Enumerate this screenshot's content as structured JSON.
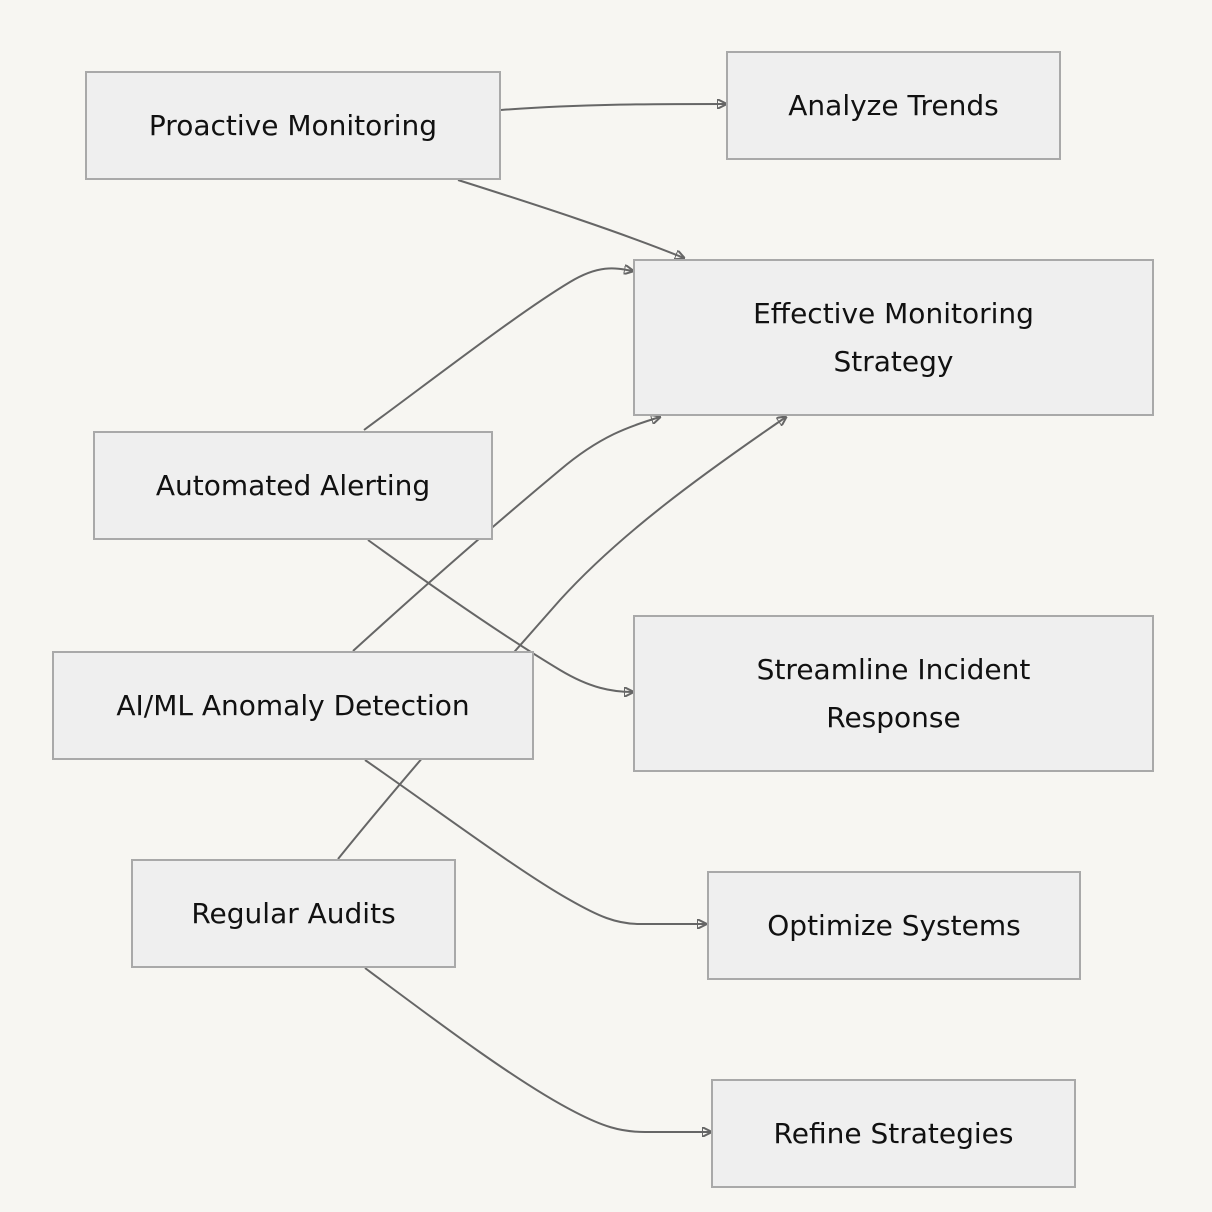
{
  "diagram": {
    "nodes": {
      "proactive_monitoring": "Proactive Monitoring",
      "analyze_trends": "Analyze Trends",
      "effective_monitoring_strategy": "Effective Monitoring Strategy",
      "automated_alerting": "Automated Alerting",
      "ai_ml_anomaly_detection": "AI/ML Anomaly Detection",
      "streamline_incident_response": "Streamline Incident Response",
      "regular_audits": "Regular Audits",
      "optimize_systems": "Optimize Systems",
      "refine_strategies": "Refine Strategies"
    },
    "edges": [
      {
        "from": "Proactive Monitoring",
        "to": "Analyze Trends"
      },
      {
        "from": "Proactive Monitoring",
        "to": "Effective Monitoring Strategy"
      },
      {
        "from": "Automated Alerting",
        "to": "Effective Monitoring Strategy"
      },
      {
        "from": "Automated Alerting",
        "to": "Streamline Incident Response"
      },
      {
        "from": "AI/ML Anomaly Detection",
        "to": "Effective Monitoring Strategy"
      },
      {
        "from": "AI/ML Anomaly Detection",
        "to": "Optimize Systems"
      },
      {
        "from": "Regular Audits",
        "to": "Effective Monitoring Strategy"
      },
      {
        "from": "Regular Audits",
        "to": "Refine Strategies"
      }
    ]
  },
  "colors": {
    "background": "#f7f6f2",
    "node_fill": "#efefef",
    "node_border": "#a9a9a9",
    "edge": "#666666",
    "text": "#111111"
  }
}
